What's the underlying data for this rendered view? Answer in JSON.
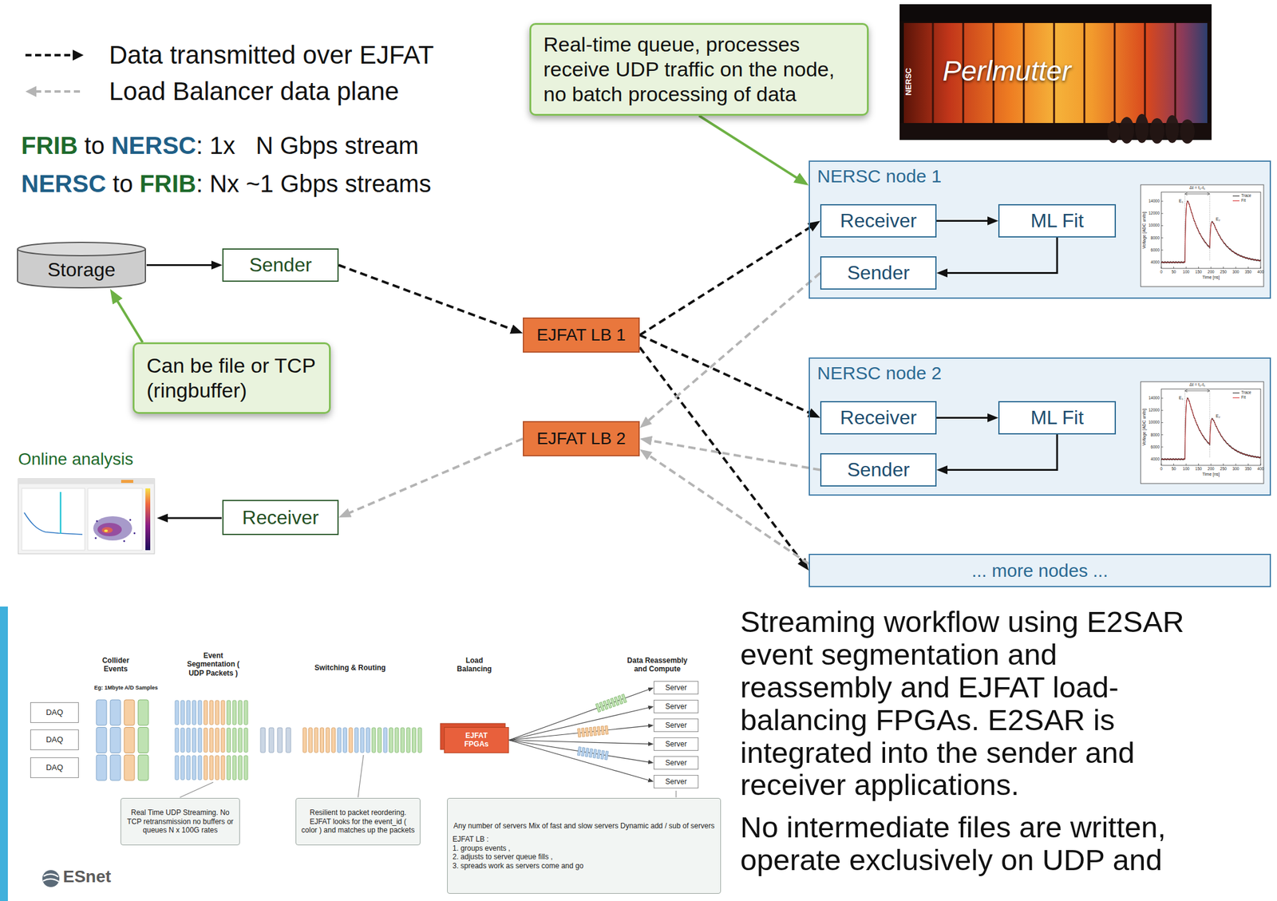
{
  "diagram": {
    "nodes": [
      {
        "text": [
          "Real-time queue, processes receive UDP traffic on the node, no batch processing of data"
        ]
      },
      {
        "text": [
          "Storage"
        ]
      },
      {
        "text": [
          "Sender"
        ]
      },
      {
        "text": [
          "Can be file or TCP (ringbuffer)"
        ]
      },
      {
        "text": [
          "EJFAT LB 1"
        ]
      },
      {
        "text": [
          "EJFAT LB 2"
        ]
      },
      {
        "text": [
          "Receiver"
        ]
      },
      {
        "text": [
          "NERSC node 1"
        ]
      },
      {
        "text": [
          "Receiver"
        ],
        "in": 7
      },
      {
        "text": [
          "ML Fit"
        ],
        "in": 7
      },
      {
        "text": [
          "Sender"
        ],
        "in": 7
      },
      {
        "text": [
          "NERSC node 2"
        ]
      },
      {
        "text": [
          "Receiver"
        ],
        "in": 11
      },
      {
        "text": [
          "ML Fit"
        ],
        "in": 11
      },
      {
        "text": [
          "Sender"
        ],
        "in": 11
      },
      {
        "text": [
          "... more nodes ..."
        ]
      },
      {
        "text": [
          "DAQ"
        ]
      },
      {
        "text": [
          "DAQ"
        ]
      },
      {
        "text": [
          "DAQ"
        ]
      },
      {
        "text": [
          "EJFAT FPGAs"
        ]
      },
      {
        "text": [
          "Server"
        ]
      },
      {
        "text": [
          "Server"
        ]
      },
      {
        "text": [
          "Server"
        ]
      },
      {
        "text": [
          "Server"
        ]
      },
      {
        "text": [
          "Server"
        ]
      },
      {
        "text": [
          "Server"
        ]
      },
      {
        "text": [
          "Real Time UDP Streaming. No TCP retransmission no buffers or queues N x 100G rates"
        ]
      },
      {
        "text": [
          "Resilient to packet reordering. EJFAT looks for the event_id ( color ) and matches up the packets"
        ]
      },
      {
        "text": [
          "Any number of servers Mix of fast and slow servers Dynamic add / sub of servers",
          "EJFAT LB :",
          "1. groups events ,",
          "2. adjusts to server queue fills ,",
          "3. spreads work as servers come and go"
        ]
      }
    ],
    "edges": [
      {
        "from": 0,
        "to": 7,
        "arrow": "to"
      },
      {
        "from": 3,
        "to": 1,
        "arrow": "to"
      },
      {
        "from": 1,
        "to": 2,
        "arrow": "to"
      },
      {
        "from": 2,
        "to": 4,
        "arrow": "to"
      },
      {
        "from": 4,
        "to": 8,
        "arrow": "to"
      },
      {
        "from": 4,
        "to": 12,
        "arrow": "to"
      },
      {
        "from": 4,
        "to": 15,
        "arrow": "to"
      },
      {
        "from": 8,
        "to": 9,
        "arrow": "to"
      },
      {
        "from": 9,
        "to": 10,
        "arrow": "to"
      },
      {
        "from": 12,
        "to": 13,
        "arrow": "to"
      },
      {
        "from": 13,
        "to": 14,
        "arrow": "to"
      },
      {
        "from": 10,
        "to": 5,
        "arrow": "to"
      },
      {
        "from": 14,
        "to": 5,
        "arrow": "to"
      },
      {
        "from": 15,
        "to": 5,
        "arrow": "to"
      },
      {
        "from": 5,
        "to": 6,
        "arrow": "to"
      },
      {
        "from": 19,
        "to": 20,
        "arrow": "to"
      },
      {
        "from": 19,
        "to": 21,
        "arrow": "to"
      },
      {
        "from": 19,
        "to": 22,
        "arrow": "to"
      },
      {
        "from": 19,
        "to": 23,
        "arrow": "to"
      },
      {
        "from": 19,
        "to": 24,
        "arrow": "to"
      },
      {
        "from": 19,
        "to": 25,
        "arrow": "to"
      }
    ],
    "labels": [
      "FRIB",
      "to",
      "NERSC",
      ": 1x",
      "N Gbps stream",
      "NERSC",
      "to",
      "FRIB",
      ": Nx ~1 Gbps streams",
      "Perlmutter",
      "NERSC",
      "Online analysis",
      "Δt = t₂-t₁",
      "E₁",
      "E₂",
      "Trace",
      "Fit",
      "Voltage [ADC units]",
      "Time [ns]",
      "4000",
      "6000",
      "8000",
      "10000",
      "12000",
      "14000",
      "0",
      "50",
      "100",
      "150",
      "200",
      "250",
      "300",
      "350",
      "400",
      "Δt = t₂-t₁",
      "E₁",
      "E₂",
      "Trace",
      "Fit",
      "Voltage [ADC units]",
      "Time [ns]",
      "4000",
      "6000",
      "8000",
      "10000",
      "12000",
      "14000",
      "0",
      "50",
      "100",
      "150",
      "200",
      "250",
      "300",
      "350",
      "400",
      "Collider Events",
      "Eg: 1Mbyte A/D Samples",
      "Event Segmentation ( UDP Packets )",
      "Switching & Routing",
      "Load Balancing",
      "Data Reassembly and Compute",
      "ESnet",
      "Streaming workflow using E2SAR event segmentation and reassembly and EJFAT load-balancing FPGAs. E2SAR is integrated into the sender and receiver applications.",
      "No intermediate files are written, operate exclusively on UDP and"
    ],
    "legend": [
      {
        "text": "Data transmitted over EJFAT"
      },
      {
        "text": "Load Balancer data plane"
      }
    ]
  }
}
